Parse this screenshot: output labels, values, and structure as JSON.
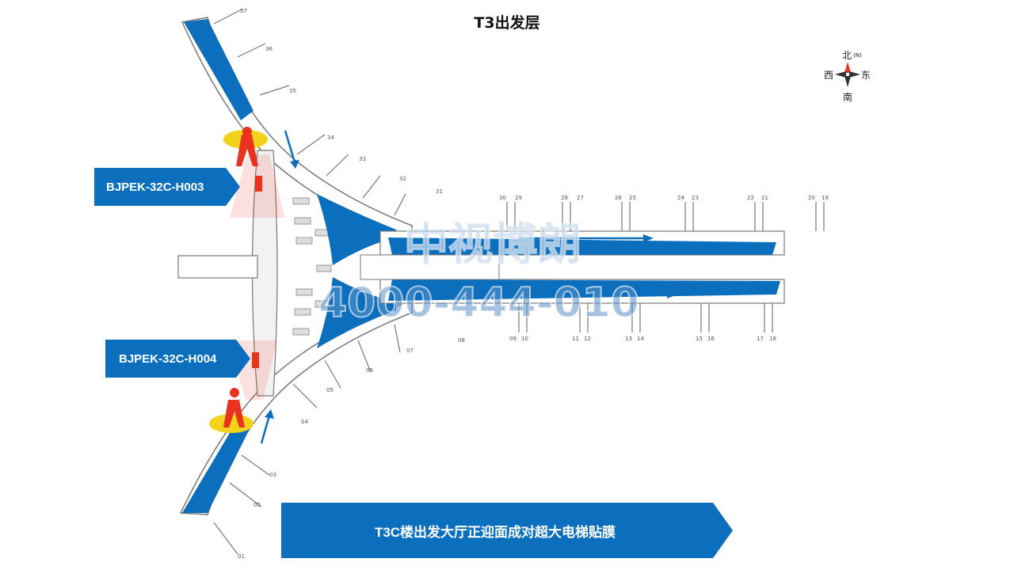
{
  "title": "T3出发层",
  "compass": {
    "north": "北",
    "north_en": "(N)",
    "south": "南",
    "east": "东",
    "west": "西"
  },
  "labels": {
    "h003": "BJPEK-32C-H003",
    "h004": "BJPEK-32C-H004"
  },
  "banner": "T3C楼出发大厅正迎面成对超大电梯贴膜",
  "watermark": {
    "line1": "中视博朗",
    "line2": "4000-444-010"
  },
  "gates": {
    "top_pier": [
      "30",
      "29",
      "28",
      "27",
      "26",
      "25",
      "24",
      "23",
      "22",
      "21",
      "20",
      "19"
    ],
    "bottom_pier": [
      "09",
      "10",
      "11",
      "12",
      "13",
      "14",
      "15",
      "16",
      "17",
      "18"
    ],
    "diagonal_upper": [
      "31",
      "32",
      "33",
      "34",
      "35",
      "36",
      "37"
    ],
    "diagonal_lower": [
      "08",
      "07",
      "06",
      "05",
      "04",
      "03",
      "02",
      "01"
    ]
  },
  "colors": {
    "accent_blue": "#0b6fbd",
    "highlight_red": "#e8331f",
    "highlight_yellow": "#f2d21b"
  }
}
